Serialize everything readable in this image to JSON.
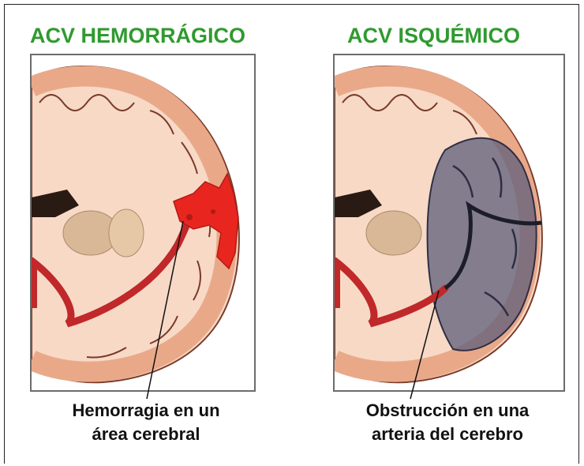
{
  "panels": {
    "left": {
      "title": "ACV HEMORRÁGICO",
      "caption_line1": "Hemorragia en un",
      "caption_line2": "área cerebral"
    },
    "right": {
      "title": "ACV ISQUÉMICO",
      "caption_line1": "Obstrucción en una",
      "caption_line2": "arteria del cerebro"
    }
  },
  "colors": {
    "title": "#2f9a2f",
    "brain_tissue": "#f7d9c6",
    "cortex": "#e9a989",
    "artery": "#c0282a",
    "hemorrhage": "#e8261f",
    "ischemia": "#5d5d7a"
  }
}
